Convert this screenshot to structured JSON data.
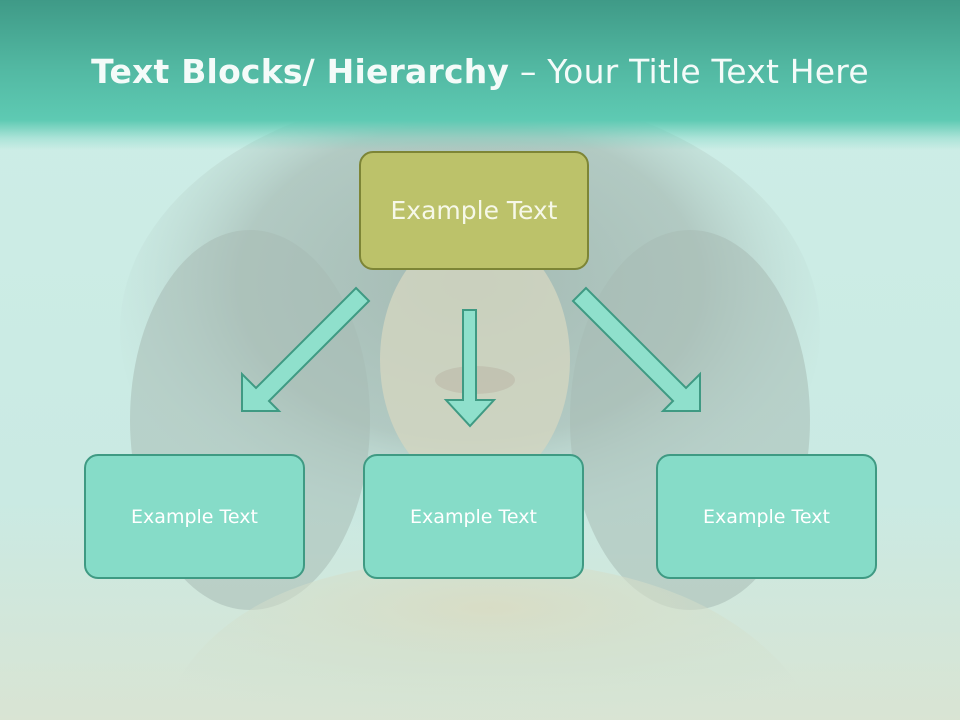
{
  "slide": {
    "title_bold": "Text Blocks/ Hierarchy",
    "title_rest": " – Your Title Text Here"
  },
  "diagram": {
    "top_node": {
      "label": "Example Text"
    },
    "children": [
      {
        "label": "Example Text"
      },
      {
        "label": "Example Text"
      },
      {
        "label": "Example Text"
      }
    ]
  },
  "colors": {
    "header": "#52b8a2",
    "top_node_fill": "#bcc26a",
    "top_node_border": "#7d8536",
    "child_fill": "#86dcc8",
    "child_border": "#3f9a83",
    "arrow_fill": "#8fe0cc",
    "arrow_stroke": "#3f9a83"
  }
}
